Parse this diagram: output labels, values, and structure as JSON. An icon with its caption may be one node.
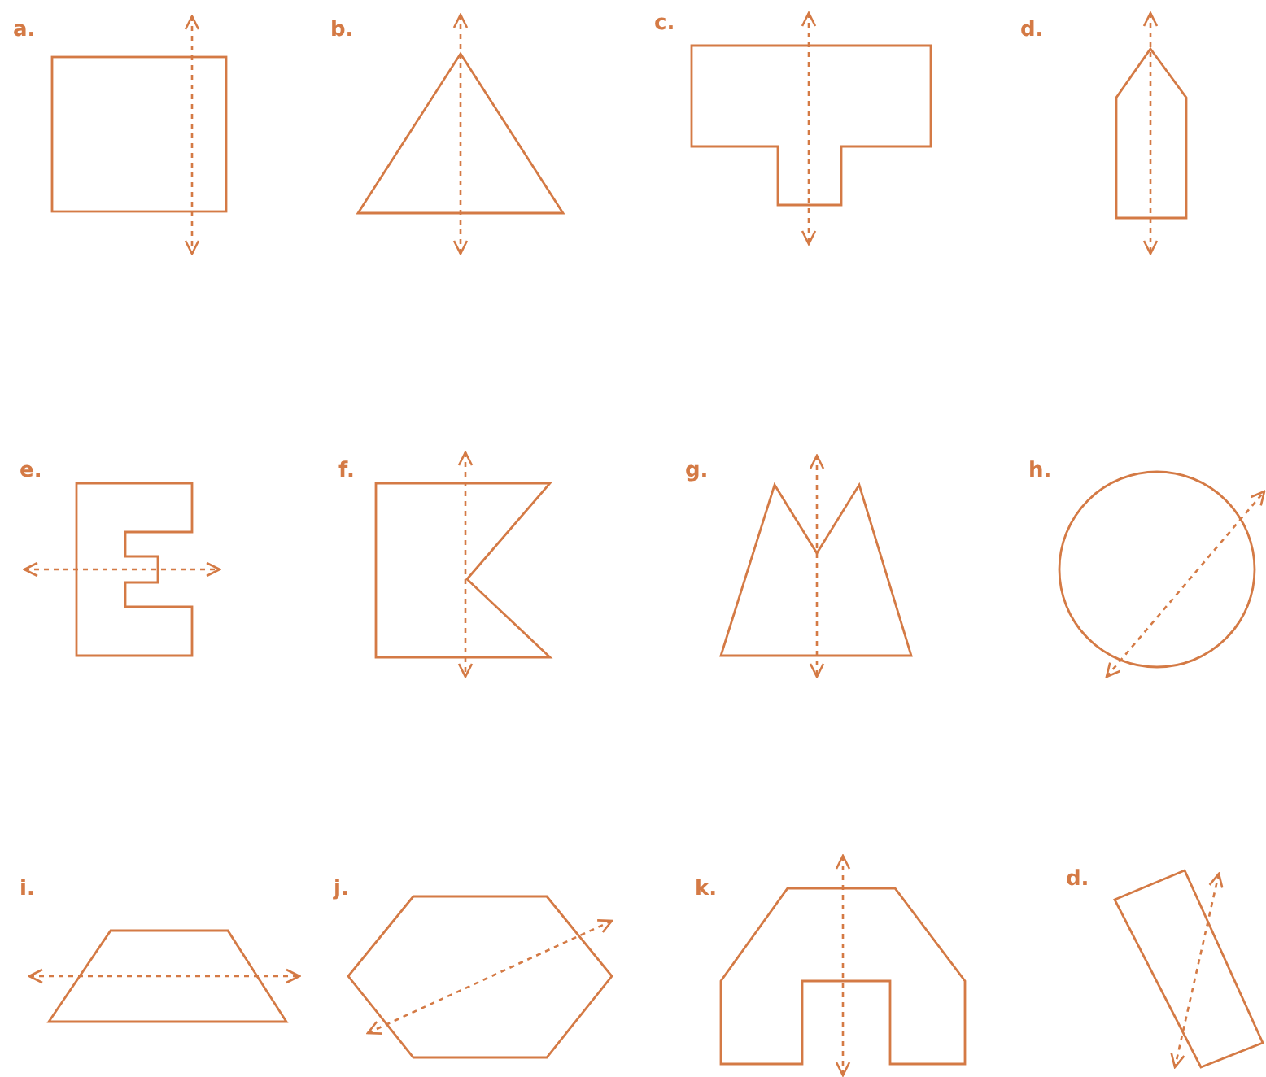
{
  "diagram": {
    "labels": [
      "a.",
      "b.",
      "c.",
      "d.",
      "e.",
      "f.",
      "g.",
      "h.",
      "i.",
      "j.",
      "k.",
      "d."
    ]
  }
}
